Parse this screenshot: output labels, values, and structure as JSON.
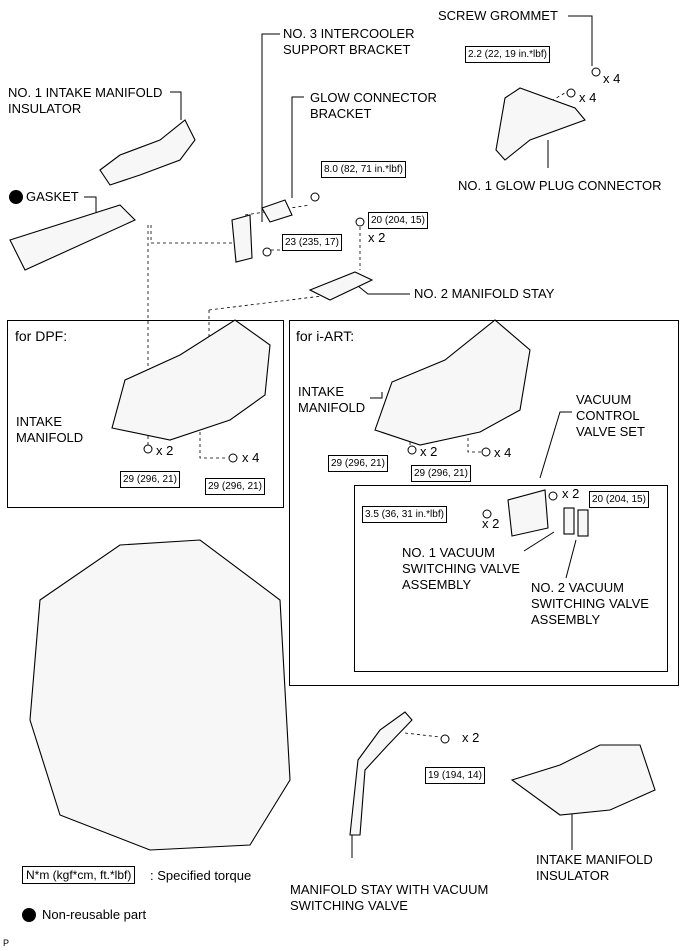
{
  "labels": {
    "screw_grommet": "SCREW GROMMET",
    "intercooler_bracket_1": "NO. 3 INTERCOOLER",
    "intercooler_bracket_2": "SUPPORT BRACKET",
    "intake_insulator_top_1": "NO. 1 INTAKE MANIFOLD",
    "intake_insulator_top_2": "INSULATOR",
    "glow_connector_bracket_1": "GLOW CONNECTOR",
    "glow_connector_bracket_2": "BRACKET",
    "gasket": "GASKET",
    "glow_plug_connector": "NO. 1 GLOW PLUG CONNECTOR",
    "manifold_stay_2": "NO. 2 MANIFOLD STAY",
    "dpf_intake_1": "INTAKE",
    "dpf_intake_2": "MANIFOLD",
    "iart_intake_1": "INTAKE",
    "iart_intake_2": "MANIFOLD",
    "vcv_1": "VACUUM",
    "vcv_2": "CONTROL",
    "vcv_3": "VALVE SET",
    "vsv1_1": "NO. 1 VACUUM",
    "vsv1_2": "SWITCHING VALVE",
    "vsv1_3": "ASSEMBLY",
    "vsv2_1": "NO. 2 VACUUM",
    "vsv2_2": "SWITCHING VALVE",
    "vsv2_3": "ASSEMBLY",
    "stay_vsv_1": "MANIFOLD STAY WITH VACUUM",
    "stay_vsv_2": "SWITCHING VALVE",
    "insulator_bottom_1": "INTAKE MANIFOLD",
    "insulator_bottom_2": "INSULATOR"
  },
  "panels": {
    "dpf": "for DPF:",
    "iart": "for i-ART:"
  },
  "torques": {
    "grommet": "2.2 (22, 19 in.*lbf)",
    "glow_bracket": "8.0 (82, 71 in.*lbf)",
    "stay2": "20 (204, 15)",
    "intercooler": "23 (235, 17)",
    "dpf_a": "29 (296, 21)",
    "dpf_b": "29 (296, 21)",
    "iart_a": "29 (296, 21)",
    "iart_b": "29 (296, 21)",
    "vcv": "20 (204, 15)",
    "vsv": "3.5 (36, 31 in.*lbf)",
    "stay_vsv": "19 (194, 14)"
  },
  "quantities": {
    "grommet": "x 4",
    "glow_nut": "x 4",
    "stay2": "x 2",
    "dpf_a": "x 2",
    "dpf_b": "x 4",
    "iart_a": "x 2",
    "iart_b": "x 4",
    "vcv": "x 2",
    "vsv": "x 2",
    "stay_vsv": "x 2"
  },
  "legend": {
    "torque_box": "N*m (kgf*cm, ft.*lbf)",
    "torque_text": ": Specified torque",
    "nonreusable": "Non-reusable part"
  },
  "page_code": "P"
}
